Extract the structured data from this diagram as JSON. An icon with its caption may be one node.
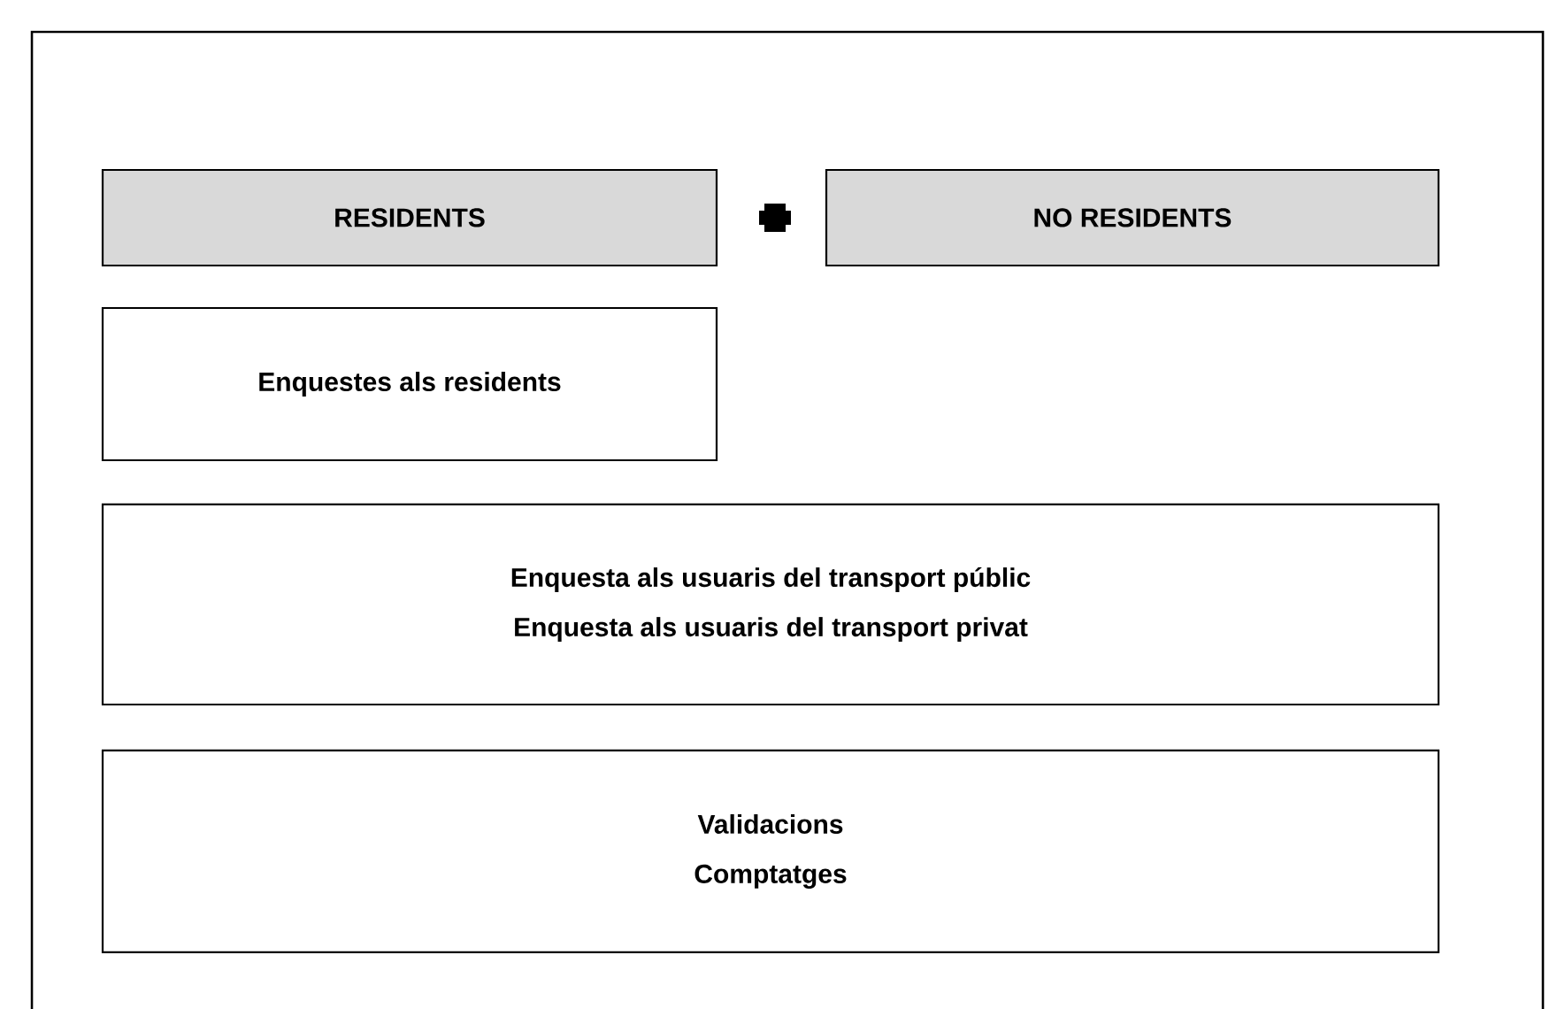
{
  "diagram": {
    "nodes": [
      {
        "text": [
          "RESIDENTS"
        ]
      },
      {
        "text": [
          "NO RESIDENTS"
        ]
      },
      {
        "text": [
          "Enquestes als residents"
        ]
      },
      {
        "text": [
          "Enquesta als usuaris del transport públic",
          "Enquesta als usuaris del transport privat"
        ]
      },
      {
        "text": [
          "Validacions",
          "Comptatges"
        ]
      }
    ]
  }
}
